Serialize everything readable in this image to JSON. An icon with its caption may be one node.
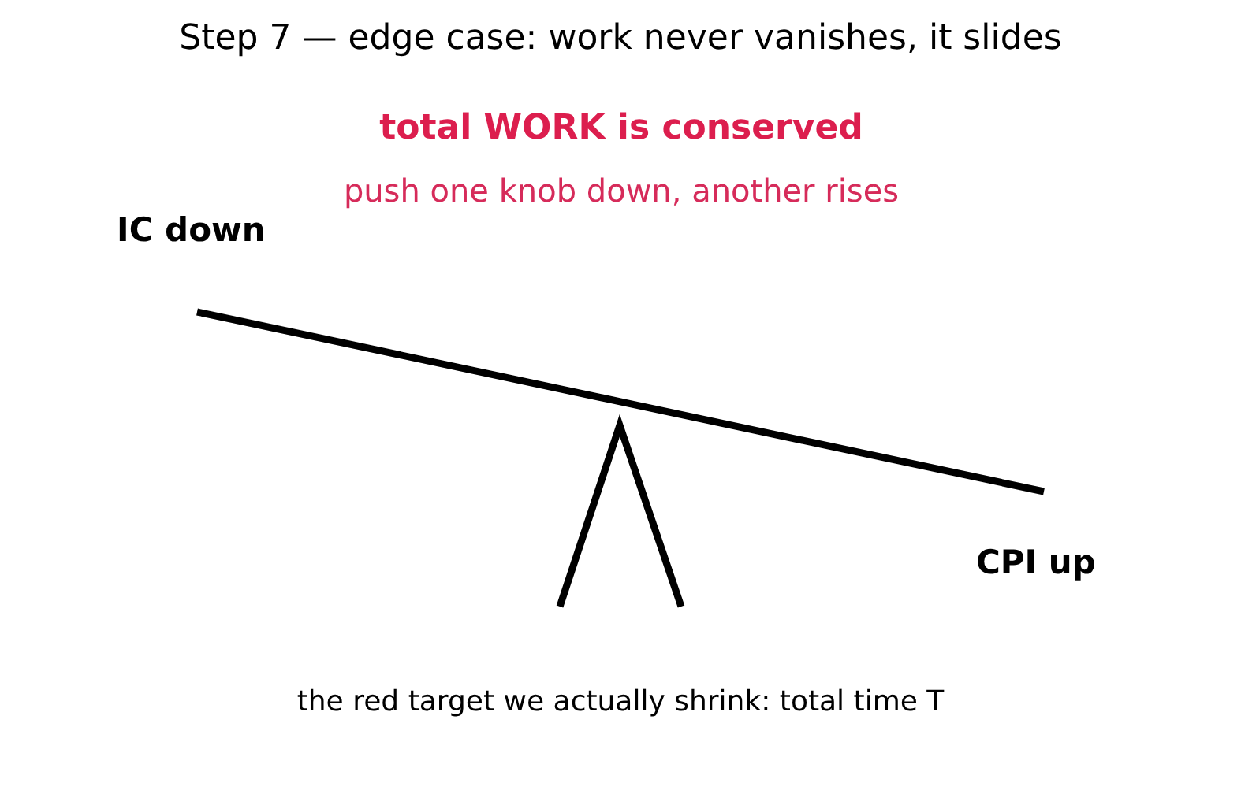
{
  "diagram": {
    "title": "Step 7 — edge case: work never vanishes, it slides",
    "labels": [
      "total WORK is conserved",
      "push one knob down, another rises",
      "IC down",
      "CPI up",
      "the red target we actually shrink: total time T"
    ]
  }
}
